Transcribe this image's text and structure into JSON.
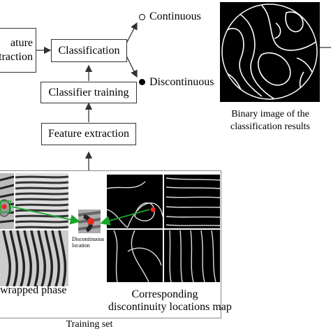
{
  "flow": {
    "feature_extraction_left": {
      "line1": "ature",
      "line2": "xtraction"
    },
    "classification": "Classification",
    "classifier_training": "Classifier training",
    "feature_extraction": "Feature extraction"
  },
  "outputs": {
    "continuous": "Continuous",
    "discontinuous": "Discontinuous"
  },
  "result_caption": {
    "line1": "Binary image of the",
    "line2": "classification results"
  },
  "training": {
    "wrapped_phase": "wrapped phase",
    "corresponding_line1": "Corresponding",
    "corresponding_line2": "discontinuity locations map",
    "discontinuous_location_line1": "Discontinuous",
    "discontinuous_location_line2": "location",
    "training_set": "Training set"
  },
  "colors": {
    "arrow": "#333333",
    "green_arrow": "#1aa52a",
    "red_marker": "#e8281e",
    "image_bg": "#000000",
    "fringe_light": "#eeeeee",
    "fringe_dark": "#333333"
  }
}
